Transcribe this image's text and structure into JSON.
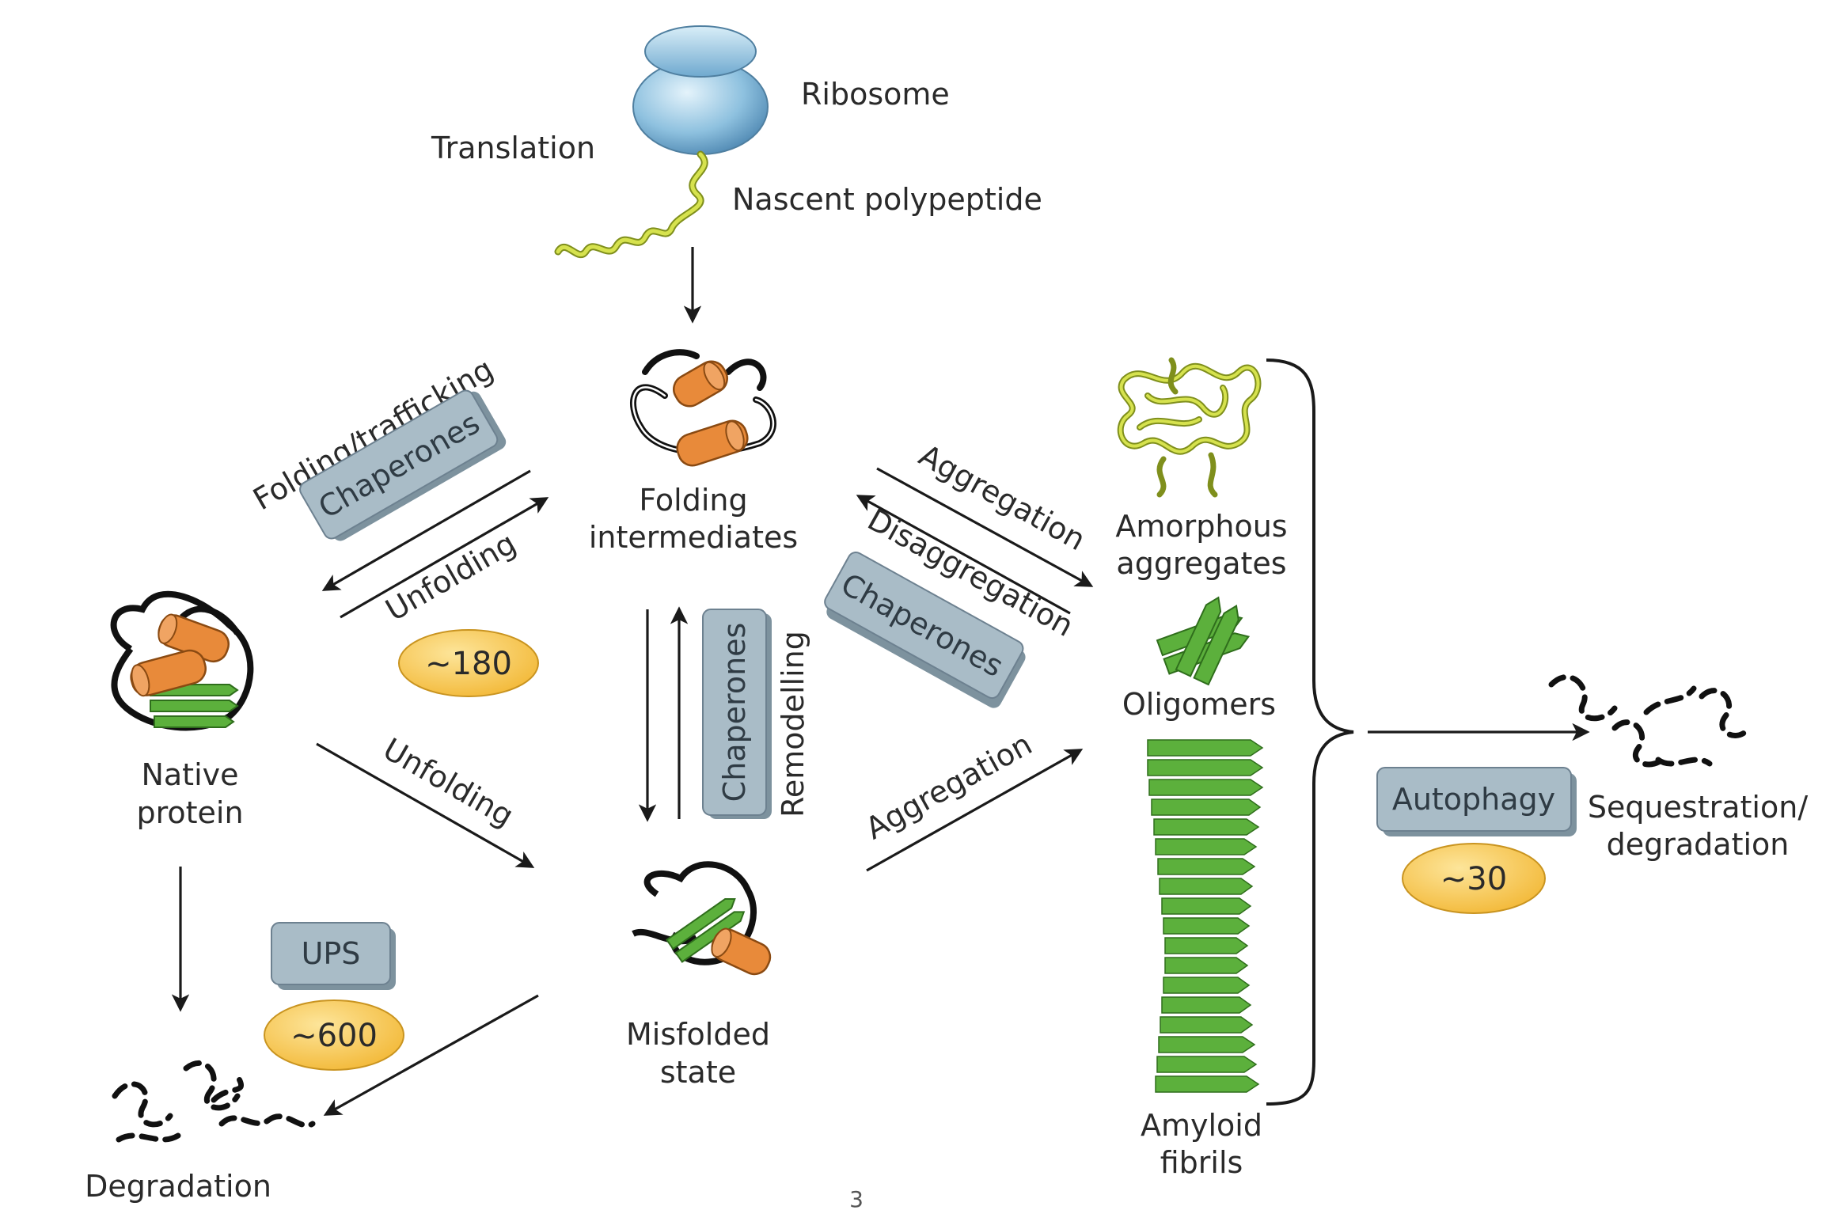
{
  "labels": {
    "ribosome": "Ribosome",
    "translation": "Translation",
    "nascent": "Nascent polypeptide",
    "folding_line1": "Folding",
    "folding_line2": "intermediates",
    "native_line1": "Native",
    "native_line2": "protein",
    "misfolded_line1": "Misfolded",
    "misfolded_line2": "state",
    "amorphous_line1": "Amorphous",
    "amorphous_line2": "aggregates",
    "oligomers": "Oligomers",
    "amyloid_line1": "Amyloid",
    "amyloid_line2": "fibrils",
    "degradation": "Degradation",
    "sequestration_line1": "Sequestration/",
    "sequestration_line2": "degradation",
    "page_number": "3"
  },
  "arrow_labels": {
    "folding_trafficking": "Folding/trafficking",
    "unfolding_upper": "Unfolding",
    "unfolding_lower": "Unfolding",
    "aggregation_upper": "Aggregation",
    "disaggregation": "Disaggregation",
    "aggregation_lower": "Aggregation",
    "remodelling": "Remodelling"
  },
  "machinery_boxes": {
    "chaperones_folding": "Chaperones",
    "chaperones_vertical": "Chaperones",
    "chaperones_disaggregation": "Chaperones",
    "ups": "UPS",
    "autophagy": "Autophagy"
  },
  "component_counts": {
    "chaperones": "~180",
    "ups": "~600",
    "autophagy": "~30"
  },
  "colors": {
    "box_fill": "#a9bcc7",
    "box_side": "#7d929e",
    "count_fill": "#f6c44a",
    "helix": "#e88a3a",
    "sheet": "#5cb03c",
    "ribosome": "#8cc0e0",
    "nascent": "#c5d63a"
  }
}
